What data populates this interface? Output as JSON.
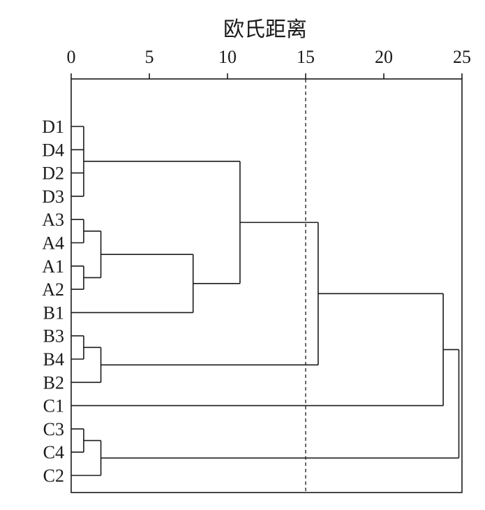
{
  "chart_data": {
    "type": "dendrogram",
    "title": "",
    "xlabel": "欧氏距离",
    "xlim": [
      0,
      25
    ],
    "xticks": [
      0,
      5,
      10,
      15,
      20,
      25
    ],
    "xtick_labels": [
      "0",
      "5",
      "10",
      "15",
      "20",
      "25"
    ],
    "leaves": [
      "D1",
      "D4",
      "D2",
      "D3",
      "A3",
      "A4",
      "A1",
      "A2",
      "B1",
      "B3",
      "B4",
      "B2",
      "C1",
      "C3",
      "C4",
      "C2"
    ],
    "cut_line": 15,
    "merges": [
      {
        "id": "m1",
        "children": [
          "D1",
          "D4",
          "D2",
          "D3"
        ],
        "distance": 0.8
      },
      {
        "id": "m2",
        "children": [
          "A3",
          "A4"
        ],
        "distance": 0.8
      },
      {
        "id": "m3",
        "children": [
          "A1",
          "A2"
        ],
        "distance": 0.8
      },
      {
        "id": "m4",
        "children": [
          "m2",
          "m3"
        ],
        "distance": 1.9
      },
      {
        "id": "m5",
        "children": [
          "m4",
          "B1"
        ],
        "distance": 7.8
      },
      {
        "id": "m6",
        "children": [
          "m1",
          "m5"
        ],
        "distance": 10.8
      },
      {
        "id": "m7",
        "children": [
          "B3",
          "B4"
        ],
        "distance": 0.8
      },
      {
        "id": "m8",
        "children": [
          "m7",
          "B2"
        ],
        "distance": 1.9
      },
      {
        "id": "m9",
        "children": [
          "m6",
          "m8"
        ],
        "distance": 15.8
      },
      {
        "id": "m10",
        "children": [
          "m9",
          "C1"
        ],
        "distance": 23.8
      },
      {
        "id": "m11",
        "children": [
          "C3",
          "C4"
        ],
        "distance": 0.8
      },
      {
        "id": "m12",
        "children": [
          "m11",
          "C2"
        ],
        "distance": 1.9
      },
      {
        "id": "m13",
        "children": [
          "m10",
          "m12"
        ],
        "distance": 24.8
      }
    ]
  }
}
